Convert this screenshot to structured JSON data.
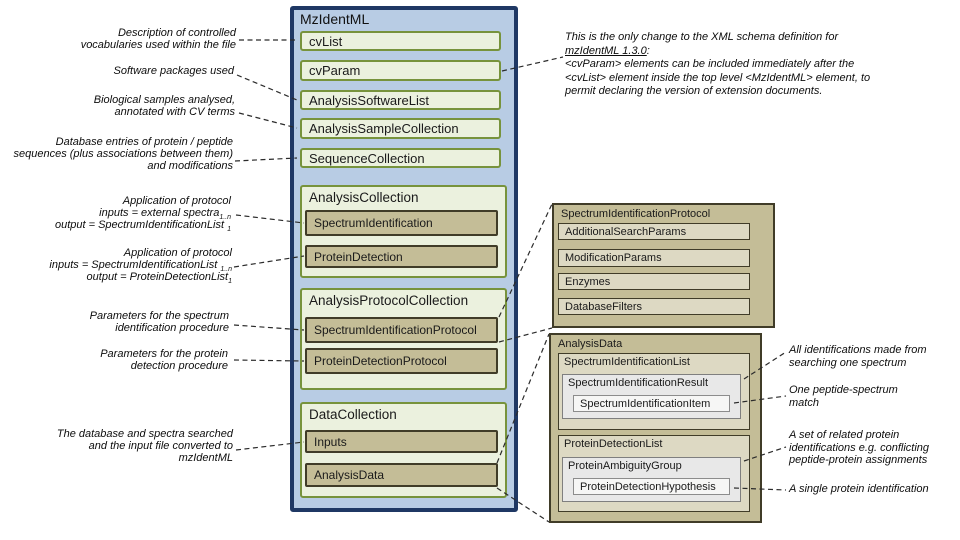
{
  "colors": {
    "blue_fill": "#b8cce4",
    "blue_border": "#1f3864",
    "green_fill": "#ebf1de",
    "green_border": "#77933c",
    "tan_fill": "#c4bd97",
    "tan_border": "#403c28",
    "light_tan_fill": "#ddd9c3",
    "gray_fill": "#e8e8e8",
    "gray_border": "#7f7f7f",
    "item_fill": "#f6f6f5",
    "text": "#1a1a1a"
  },
  "main_box": {
    "title": "MzIdentML",
    "rows": [
      "cvList",
      "cvParam",
      "AnalysisSoftwareList",
      "AnalysisSampleCollection",
      "SequenceCollection"
    ],
    "collections": [
      {
        "title": "AnalysisCollection",
        "items": [
          "SpectrumIdentification",
          "ProteinDetection"
        ]
      },
      {
        "title": "AnalysisProtocolCollection",
        "items": [
          "SpectrumIdentificationProtocol",
          "ProteinDetectionProtocol"
        ]
      },
      {
        "title": "DataCollection",
        "items": [
          "Inputs",
          "AnalysisData"
        ]
      }
    ]
  },
  "detail_boxes": {
    "protocol": {
      "title": "SpectrumIdentificationProtocol",
      "items": [
        "AdditionalSearchParams",
        "ModificationParams",
        "Enzymes",
        "DatabaseFilters"
      ]
    },
    "analysis_data": {
      "title": "AnalysisData",
      "spectrum_identification_list": {
        "title": "SpectrumIdentificationList",
        "result": {
          "title": "SpectrumIdentificationResult",
          "item": {
            "title": "SpectrumIdentificationItem"
          }
        }
      },
      "protein_detection_list": {
        "title": "ProteinDetectionList",
        "group": {
          "title": "ProteinAmbiguityGroup",
          "hypothesis": {
            "title": "ProteinDetectionHypothesis"
          }
        }
      }
    }
  },
  "annotations": {
    "left": [
      {
        "lines": [
          "Description of controlled",
          "vocabularies used within the file"
        ]
      },
      {
        "lines": [
          "Software packages used"
        ]
      },
      {
        "lines": [
          "Biological samples analysed,",
          "annotated with CV terms"
        ]
      },
      {
        "lines": [
          "Database entries of protein / peptide",
          "sequences (plus associations between them)",
          "and modifications"
        ]
      },
      {
        "line1": "Application of protocol",
        "line2_pre": "inputs = external spectra",
        "line2_sub": "1..n",
        "line3_pre": "output = SpectrumIdentificationList",
        "line3_sub": "1"
      },
      {
        "line1": "Application of protocol",
        "line2_pre": "inputs = SpectrumIdentificationList",
        "line2_sub": "1..n",
        "line3_pre": "output = ProteinDetectionList",
        "line3_sub": "1"
      },
      {
        "lines": [
          "Parameters for the spectrum",
          "identification procedure"
        ]
      },
      {
        "lines": [
          "Parameters for the protein",
          "detection procedure"
        ]
      },
      {
        "lines": [
          "The database and spectra searched",
          "and the input file converted to",
          "mzIdentML"
        ]
      }
    ],
    "top_right": {
      "line1": "This is the only change to the XML schema definition for",
      "underlined": "mzIdentML 1.3.0",
      "colon": ":",
      "line3": "<cvParam> elements can be included immediately after the",
      "line4": "<cvList> element inside the top level <MzIdentML> element, to",
      "line5": "permit declaring the version of extension documents."
    },
    "right": [
      {
        "lines": [
          "All identifications made from",
          "searching one spectrum"
        ]
      },
      {
        "lines": [
          "One peptide-spectrum",
          "match"
        ]
      },
      {
        "lines": [
          "A set of related protein",
          "identifications e.g. conflicting",
          "peptide-protein assignments"
        ]
      },
      {
        "lines": [
          "A single protein identification"
        ]
      }
    ]
  }
}
